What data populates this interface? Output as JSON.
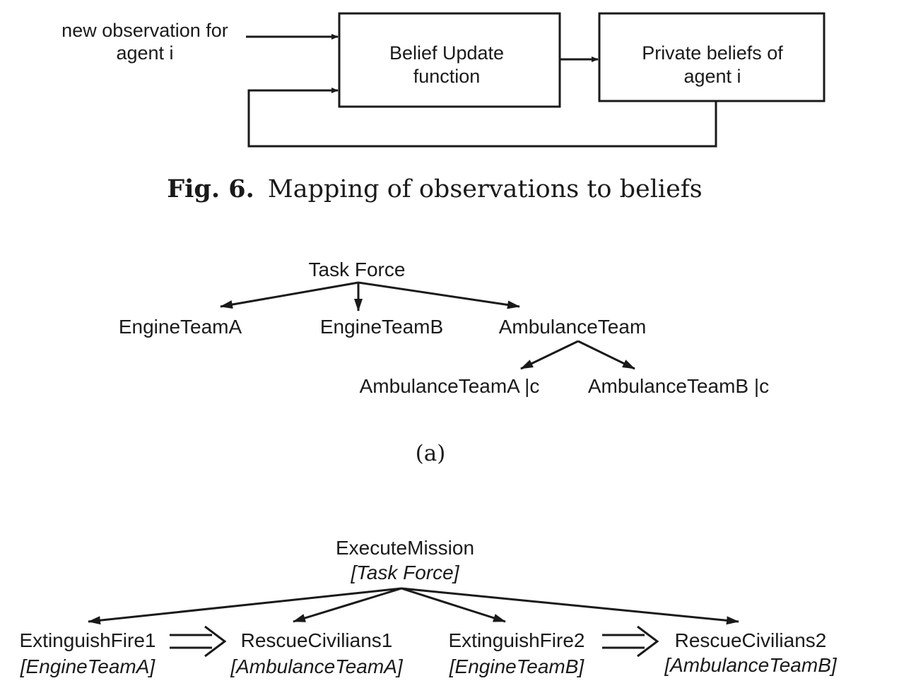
{
  "fig6": {
    "input_label_line1": "new observation for",
    "input_label_line2": "agent i",
    "belief_update_line1": "Belief Update",
    "belief_update_line2": "function",
    "private_beliefs_line1": "Private beliefs of",
    "private_beliefs_line2": "agent i",
    "caption_label": "Fig. 6.",
    "caption_text": "Mapping of observations to beliefs"
  },
  "org_tree": {
    "root": "Task Force",
    "child_a": "EngineTeamA",
    "child_b": "EngineTeamB",
    "child_c": "AmbulanceTeam",
    "grandchild_a": "AmbulanceTeamA |c",
    "grandchild_b": "AmbulanceTeamB |c",
    "sublabel": "(a)"
  },
  "plan_tree": {
    "root_name": "ExecuteMission",
    "root_team": "[Task Force]",
    "nodes": [
      {
        "name": "ExtinguishFire1",
        "team": "[EngineTeamA]"
      },
      {
        "name": "RescueCivilians1",
        "team": "[AmbulanceTeamA]"
      },
      {
        "name": "ExtinguishFire2",
        "team": "[EngineTeamB]"
      },
      {
        "name": "RescueCivilians2",
        "team": "[AmbulanceTeamB]"
      }
    ]
  }
}
